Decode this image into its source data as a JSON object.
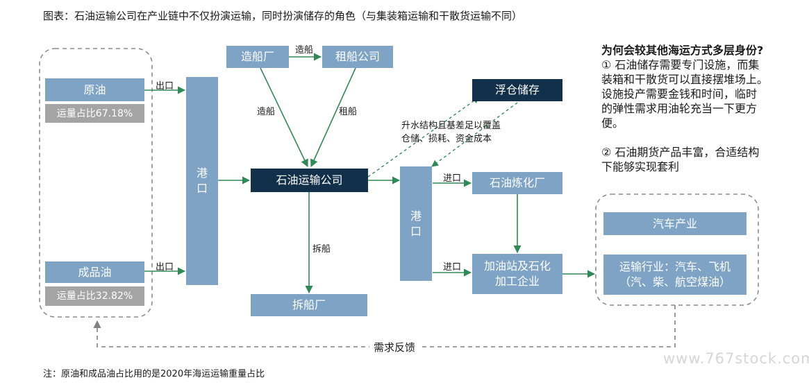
{
  "title": "图表：石油运输公司在产业链中不仅扮演运输，同时扮演储存的角色（与集装箱运输和干散货运输不同）",
  "note": "注：原油和成品油占比用的是2020年海运运输重量占比",
  "watermark": "www.767stock.com",
  "nodes": {
    "crude": "原油",
    "crude_share": "运量占比67.18%",
    "refined": "成品油",
    "refined_share": "运量占比32.82%",
    "port_left": [
      "港",
      "口"
    ],
    "port_right": [
      "港",
      "口"
    ],
    "shipyard": "造船厂",
    "leasing": "租船公司",
    "oil_shipping": "石油运输公司",
    "floating_storage": "浮仓储存",
    "scrapyard": "拆船厂",
    "refinery": "石油炼化厂",
    "gas_station": [
      "加油站及石化",
      "加工企业"
    ],
    "auto": "汽车产业",
    "transport": [
      "运输行业：汽车、飞机",
      "（汽、柴、航空煤油）"
    ]
  },
  "edge_labels": {
    "export_top": "出口",
    "export_bottom": "出口",
    "build_top": "造船",
    "build_diag": "造船",
    "lease_diag": "租船",
    "scrap": "拆船",
    "import_top": "进口",
    "import_bottom": "进口",
    "contango": [
      "升水结构且基差足以覆盖",
      "仓储、损耗、资金成本"
    ],
    "feedback": "需求反馈"
  },
  "side_text": {
    "heading": "为何会较其他海运方式多层身份?",
    "point1": [
      "① 石油储存需要专门设施，而集",
      "装箱和干散货可以直接摆堆场上。",
      "设施投产需要金钱和时间，临时",
      "的弹性需求用油轮充当一下更方",
      "便。"
    ],
    "point2": [
      "② 石油期货产品丰富，合适结构",
      "下能够实现套利"
    ]
  },
  "colors": {
    "light_box": "#7ea3c5",
    "dark_box": "#13304a",
    "share_box": "#a4a4a4",
    "arrow_solid": "#2f8a57",
    "arrow_dashed": "#2f8a57",
    "group_border": "#8c8c8c"
  }
}
